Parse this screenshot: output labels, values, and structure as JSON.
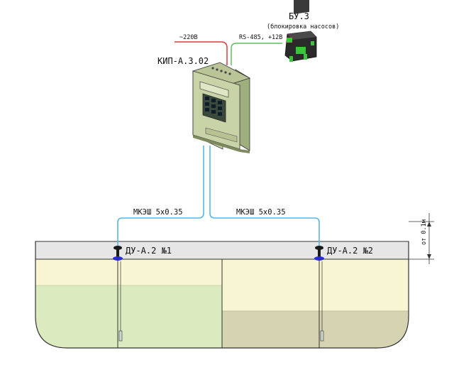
{
  "labels": {
    "power": "~220В",
    "bus": "RS-485, +12В",
    "controller": "КИП-А.3.02",
    "block_unit": "БУ.3",
    "block_unit_desc": "(блокировка насосов)",
    "cable_left": "МКЭШ 5х0.35",
    "cable_right": "МКЭШ 5х0.35",
    "sensor_1": "ДУ-А.2 №1",
    "sensor_2": "ДУ-А.2 №2",
    "offset": "от 0.1м"
  },
  "colors": {
    "power_line": "#e03a3a",
    "bus_line": "#5fbf5f",
    "signal_cable": "#55b8e6",
    "tank_top": "#e6e6e6",
    "liquid_left_upper": "#f7f5d2",
    "liquid_left_lower": "#dcebbf",
    "liquid_right_upper": "#f7f5d2",
    "liquid_right_lower": "#d6d3b2",
    "device_body": "#c9d3a8"
  },
  "icons": {
    "controller": "controller-device-icon",
    "block_unit": "relay-module-icon",
    "sensor": "level-sensor-icon"
  }
}
